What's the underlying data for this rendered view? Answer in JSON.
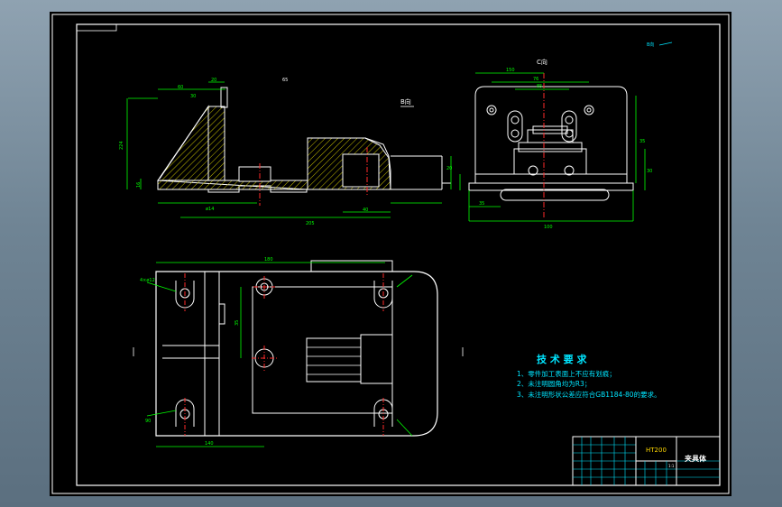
{
  "colors": {
    "border": "#ffffff",
    "inner_border": "#00cccc",
    "dimension": "#00ff00",
    "centerline": "#ff2a2a",
    "hatch": "#c8c000",
    "outline": "#ffffff",
    "text_note": "#00e5ff",
    "title_accent": "#ffd700"
  },
  "views": {
    "side_label": "B向",
    "top_label": "C向",
    "tag_top_right": "B向",
    "pos_mark": "65"
  },
  "side_view_dims": {
    "d1": "60",
    "d2": "20",
    "d3": "30",
    "d4": "224",
    "d5": "16",
    "d6": "ø14",
    "d7": "205",
    "d8": "40",
    "d9": "20"
  },
  "top_right_dims": {
    "d1": "150",
    "d2": "85",
    "d3": "76",
    "d4": "35",
    "d5": "30",
    "d6": "100",
    "d7": "35"
  },
  "plan_view_dims": {
    "d1": "180",
    "d2": "35",
    "d3": "140",
    "d4": "4×ø12",
    "d5": "90"
  },
  "tech_req": {
    "title": "技 术 要 求",
    "items": [
      "1、零件加工表面上不应有划痕；",
      "2、未注明圆角均为R3；",
      "3、未注明形状公差应符合GB1184-80的要求。"
    ]
  },
  "title_block": {
    "material": "HT200",
    "part_name": "夹具体",
    "scale": "1:1"
  }
}
